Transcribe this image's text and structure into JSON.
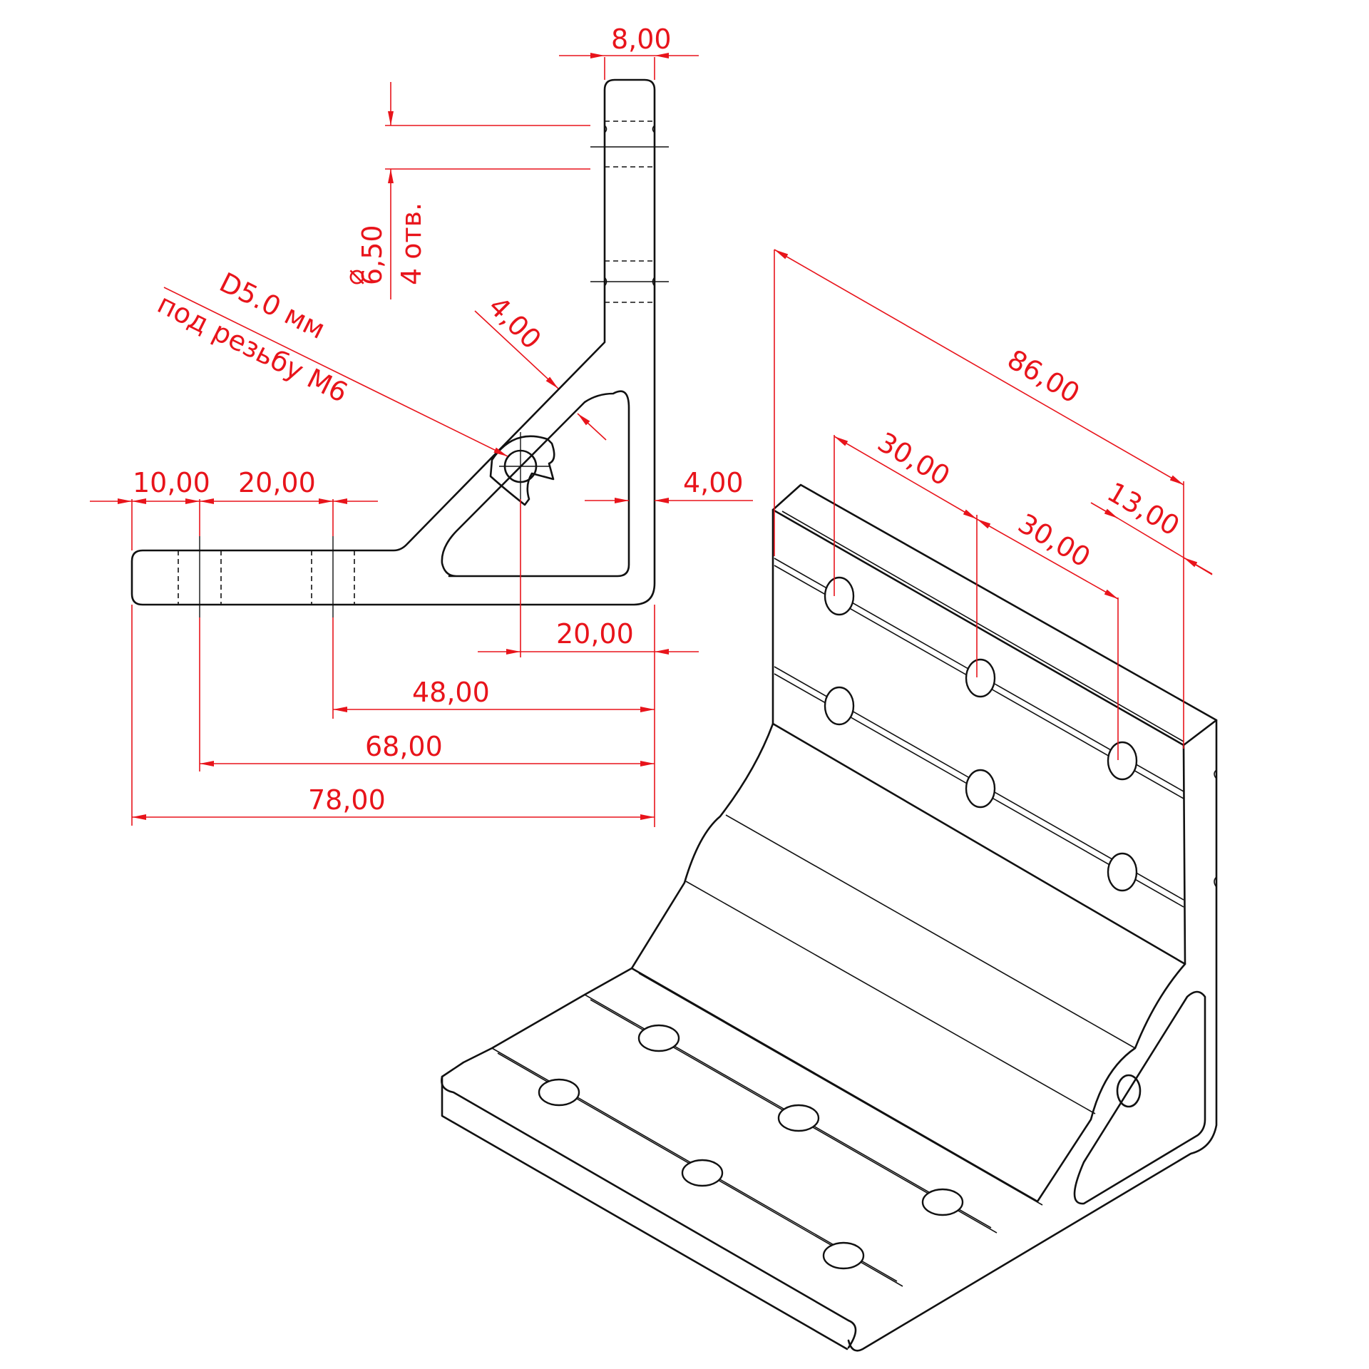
{
  "colors": {
    "dimension": "#e8141b",
    "outline": "#111111",
    "background": "#ffffff"
  },
  "dimensions": {
    "top_width": "8,00",
    "hole_diameter": "6,50",
    "hole_count": "4 отв.",
    "thread_hole": "D5.0 мм",
    "thread_note": "под резьбу М6",
    "rib_thickness": "4,00",
    "wall_thickness": "4,00",
    "left_10": "10,00",
    "left_20": "20,00",
    "center_20": "20,00",
    "span_48": "48,00",
    "span_68": "68,00",
    "span_78": "78,00",
    "length_86": "86,00",
    "pitch_30_a": "30,00",
    "pitch_30_b": "30,00",
    "edge_13": "13,00"
  }
}
